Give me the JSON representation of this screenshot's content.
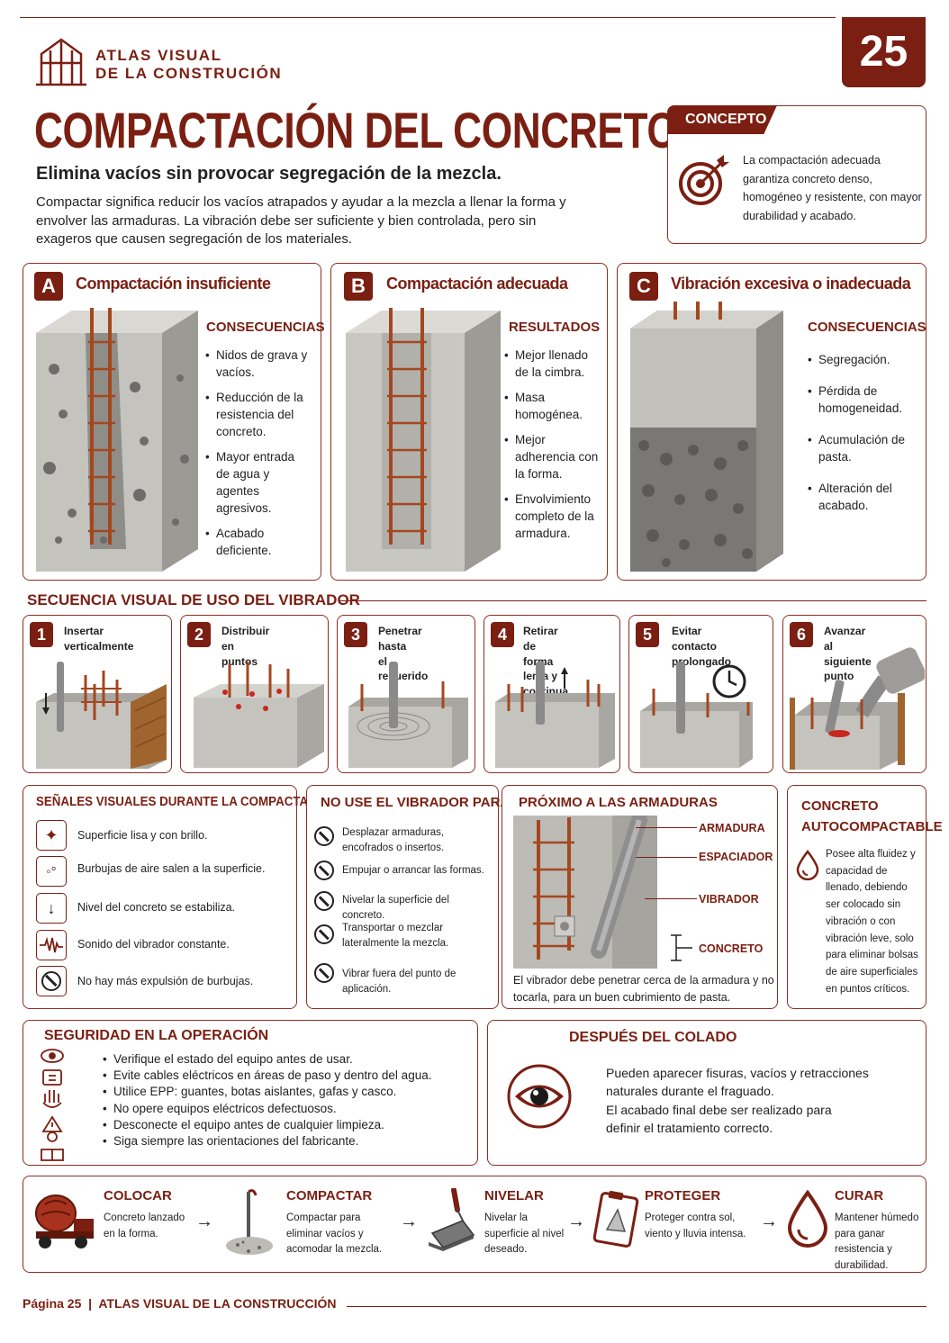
{
  "header": {
    "brand_line1": "ATLAS VISUAL",
    "brand_line2": "DE LA CONSTRUCIÓN",
    "page_number": "25"
  },
  "title": "COMPACTACIÓN DEL CONCRETO",
  "subtitle": "Elimina vacíos sin provocar segregación de la mezcla.",
  "intro": "Compactar significa reducir los vacíos atrapados y ayudar a la mezcla a llenar la forma y envolver las armaduras. La vibración debe ser suficiente y bien controlada, pero sin exageros que causen segregación de los materiales.",
  "concept": {
    "label": "CONCEPTO",
    "text": "La compactación adecuada garantiza concreto denso, homogéneo y resistente, con mayor durabilidad y acabado."
  },
  "panels": [
    {
      "letter": "A",
      "title": "Compactación insuficiente",
      "heading": "CONSECUENCIAS",
      "items": [
        "Nidos de grava y vacíos.",
        "Reducción de la resistencia del concreto.",
        "Mayor entrada de agua y agentes agresivos.",
        "Acabado deficiente."
      ]
    },
    {
      "letter": "B",
      "title": "Compactación adecuada",
      "heading": "RESULTADOS",
      "items": [
        "Mejor llenado de la cimbra.",
        "Masa homogénea.",
        "Mejor adherencia con la forma.",
        "Envolvimiento completo de la armadura."
      ]
    },
    {
      "letter": "C",
      "title": "Vibración excesiva o inadecuada",
      "heading": "CONSECUENCIAS",
      "items": [
        "Segregación.",
        "Pérdida de homogeneidad.",
        "Acumulación de pasta.",
        "Alteración del acabado."
      ]
    }
  ],
  "sequence": {
    "title": "SECUENCIA VISUAL DE USO DEL VIBRADOR",
    "steps": [
      {
        "num": "1",
        "line1": "Insertar",
        "line2": "verticalmente"
      },
      {
        "num": "2",
        "line1": "Distribuir",
        "line2": "en puntos"
      },
      {
        "num": "3",
        "line1": "Penetrar hasta",
        "line2": "el requerido"
      },
      {
        "num": "4",
        "line1": "Retirar de forma",
        "line2": "lenta y continua"
      },
      {
        "num": "5",
        "line1": "Evitar contacto",
        "line2": "prolongado"
      },
      {
        "num": "6",
        "line1": "Avanzar al",
        "line2": "siguiente punto"
      }
    ]
  },
  "signals": {
    "title": "SEÑALES VISUALES DURANTE LA COMPACTACIÓN",
    "items": [
      "Superficie lisa y con brillo.",
      "Burbujas de aire salen a la superficie.",
      "Nivel del concreto se estabiliza.",
      "Sonido del vibrador constante.",
      "No hay más expulsión de burbujas."
    ],
    "icons": [
      "sparkle-icon",
      "bubbles-icon",
      "arrow-down-icon",
      "sound-wave-icon",
      "prohibited-icon"
    ]
  },
  "dont_use": {
    "title": "NO USE EL VIBRADOR PARA",
    "items": [
      "Desplazar armaduras, encofrados o insertos.",
      "Empujar o arrancar las formas.",
      "Nivelar la superficie del concreto.",
      "Transportar o mezclar lateralmente la mezcla.",
      "Vibrar fuera del punto de aplicación."
    ]
  },
  "near_rebar": {
    "title": "PRÓXIMO A LAS ARMADURAS",
    "labels": [
      "ARMADURA",
      "ESPACIADOR",
      "VIBRADOR",
      "CONCRETO"
    ],
    "caption": "El vibrador debe penetrar cerca de la armadura y no tocarla, para un buen cubrimiento de pasta."
  },
  "self_compacting": {
    "title_line1": "CONCRETO",
    "title_line2": "AUTOCOMPACTABLE",
    "text": "Posee alta fluidez y capacidad de llenado, debiendo ser colocado sin vibración o con vibración leve, solo para eliminar bolsas de aire superficiales en puntos críticos."
  },
  "safety": {
    "title": "SEGURIDAD EN LA OPERACIÓN",
    "items": [
      "Verifique el estado del equipo antes de usar.",
      "Evite cables eléctricos en áreas de paso y dentro del agua.",
      "Utilice EPP: guantes, botas aislantes, gafas y casco.",
      "No opere equipos eléctricos defectuosos.",
      "Desconecte el equipo antes de cualquier limpieza.",
      "Siga siempre las orientaciones del fabricante."
    ]
  },
  "after": {
    "title": "DESPUÉS DEL COLADO",
    "line1": "Pueden aparecer fisuras, vacíos y retracciones",
    "line2": "naturales durante el fraguado.",
    "line3": "El acabado final debe ser realizado para",
    "line4": "definir el tratamiento correcto."
  },
  "process": [
    {
      "title": "COLOCAR",
      "text": "Concreto lanzado en la forma."
    },
    {
      "title": "COMPACTAR",
      "text": "Compactar para eliminar vacíos y acomodar la mezcla."
    },
    {
      "title": "NIVELAR",
      "text": "Nivelar la superficie al nivel deseado."
    },
    {
      "title": "PROTEGER",
      "text": "Proteger contra sol, viento y lluvia intensa."
    },
    {
      "title": "CURAR",
      "text": "Mantener húmedo para ganar resistencia y durabilidad."
    }
  ],
  "footer": {
    "text": "Página 25  |  ATLAS VISUAL DE LA CONSTRUCCIÓN"
  },
  "colors": {
    "brand": "#7a1f12",
    "concrete": "#b9b7b2",
    "rebar": "#a4471f"
  }
}
